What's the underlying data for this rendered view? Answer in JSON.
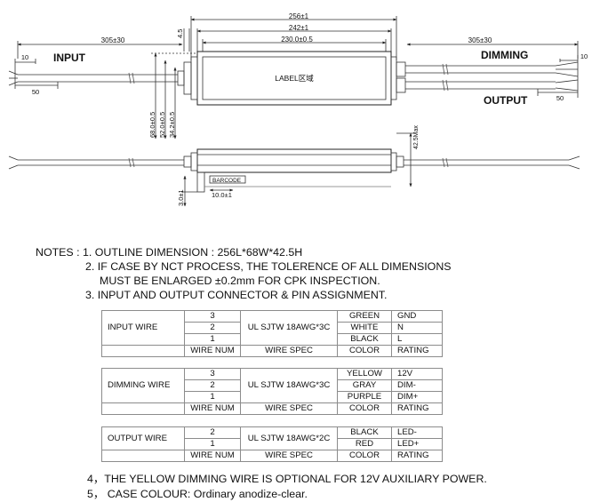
{
  "drawing": {
    "dim_overall": "256±1",
    "dim_inner": "242±1",
    "dim_body": "230.0±0.5",
    "dim_cable_in": "305±30",
    "dim_cable_out": "305±30",
    "dim_tab": "4.5",
    "dim_strip_left": "10",
    "dim_end_left": "50",
    "dim_strip_right": "10",
    "dim_end_right": "50",
    "label_input": "INPUT",
    "label_dimming": "DIMMING",
    "label_output": "OUTPUT",
    "label_area": "LABEL区域",
    "dim_w1": "68.0±0.5",
    "dim_w2": "52.0±0.5",
    "dim_w3": "34.2±0.5",
    "dim_height": "42.5Max",
    "barcode": "BARCODE",
    "dim_barcode": "10.0±1",
    "dim_base": "3.0±1"
  },
  "notes": {
    "line1": "NOTES : 1. OUTLINE DIMENSION : 256L*68W*42.5H",
    "line2": "2. IF CASE BY NCT PROCESS, THE TOLERENCE OF ALL DIMENSIONS",
    "line3": "MUST BE ENLARGED  ±0.2mm FOR CPK INSPECTION.",
    "line4": "3. INPUT AND OUTPUT CONNECTOR & PIN ASSIGNMENT.",
    "line5": "4，THE YELLOW DIMMING WIRE IS OPTIONAL FOR 12V AUXILIARY POWER.",
    "line6": "5，  CASE COLOUR: Ordinary anodize-clear."
  },
  "headers": {
    "num": "WIRE NUM",
    "spec": "WIRE SPEC",
    "color": "COLOR",
    "rating": "RATING"
  },
  "input_table": {
    "name": "INPUT WIRE",
    "spec": "UL SJTW 18AWG*3C",
    "rows": [
      {
        "num": "3",
        "color": "GREEN",
        "rating": "GND"
      },
      {
        "num": "2",
        "color": "WHITE",
        "rating": "N"
      },
      {
        "num": "1",
        "color": "BLACK",
        "rating": "L"
      }
    ]
  },
  "dimming_table": {
    "name": "DIMMING WIRE",
    "spec": "UL SJTW 18AWG*3C",
    "rows": [
      {
        "num": "3",
        "color": "YELLOW",
        "rating": "12V"
      },
      {
        "num": "2",
        "color": "GRAY",
        "rating": "DIM-"
      },
      {
        "num": "1",
        "color": "PURPLE",
        "rating": "DIM+"
      }
    ]
  },
  "output_table": {
    "name": "OUTPUT WIRE",
    "spec": "UL SJTW 18AWG*2C",
    "rows": [
      {
        "num": "2",
        "color": "BLACK",
        "rating": "LED-"
      },
      {
        "num": "1",
        "color": "RED",
        "rating": "LED+"
      }
    ]
  }
}
